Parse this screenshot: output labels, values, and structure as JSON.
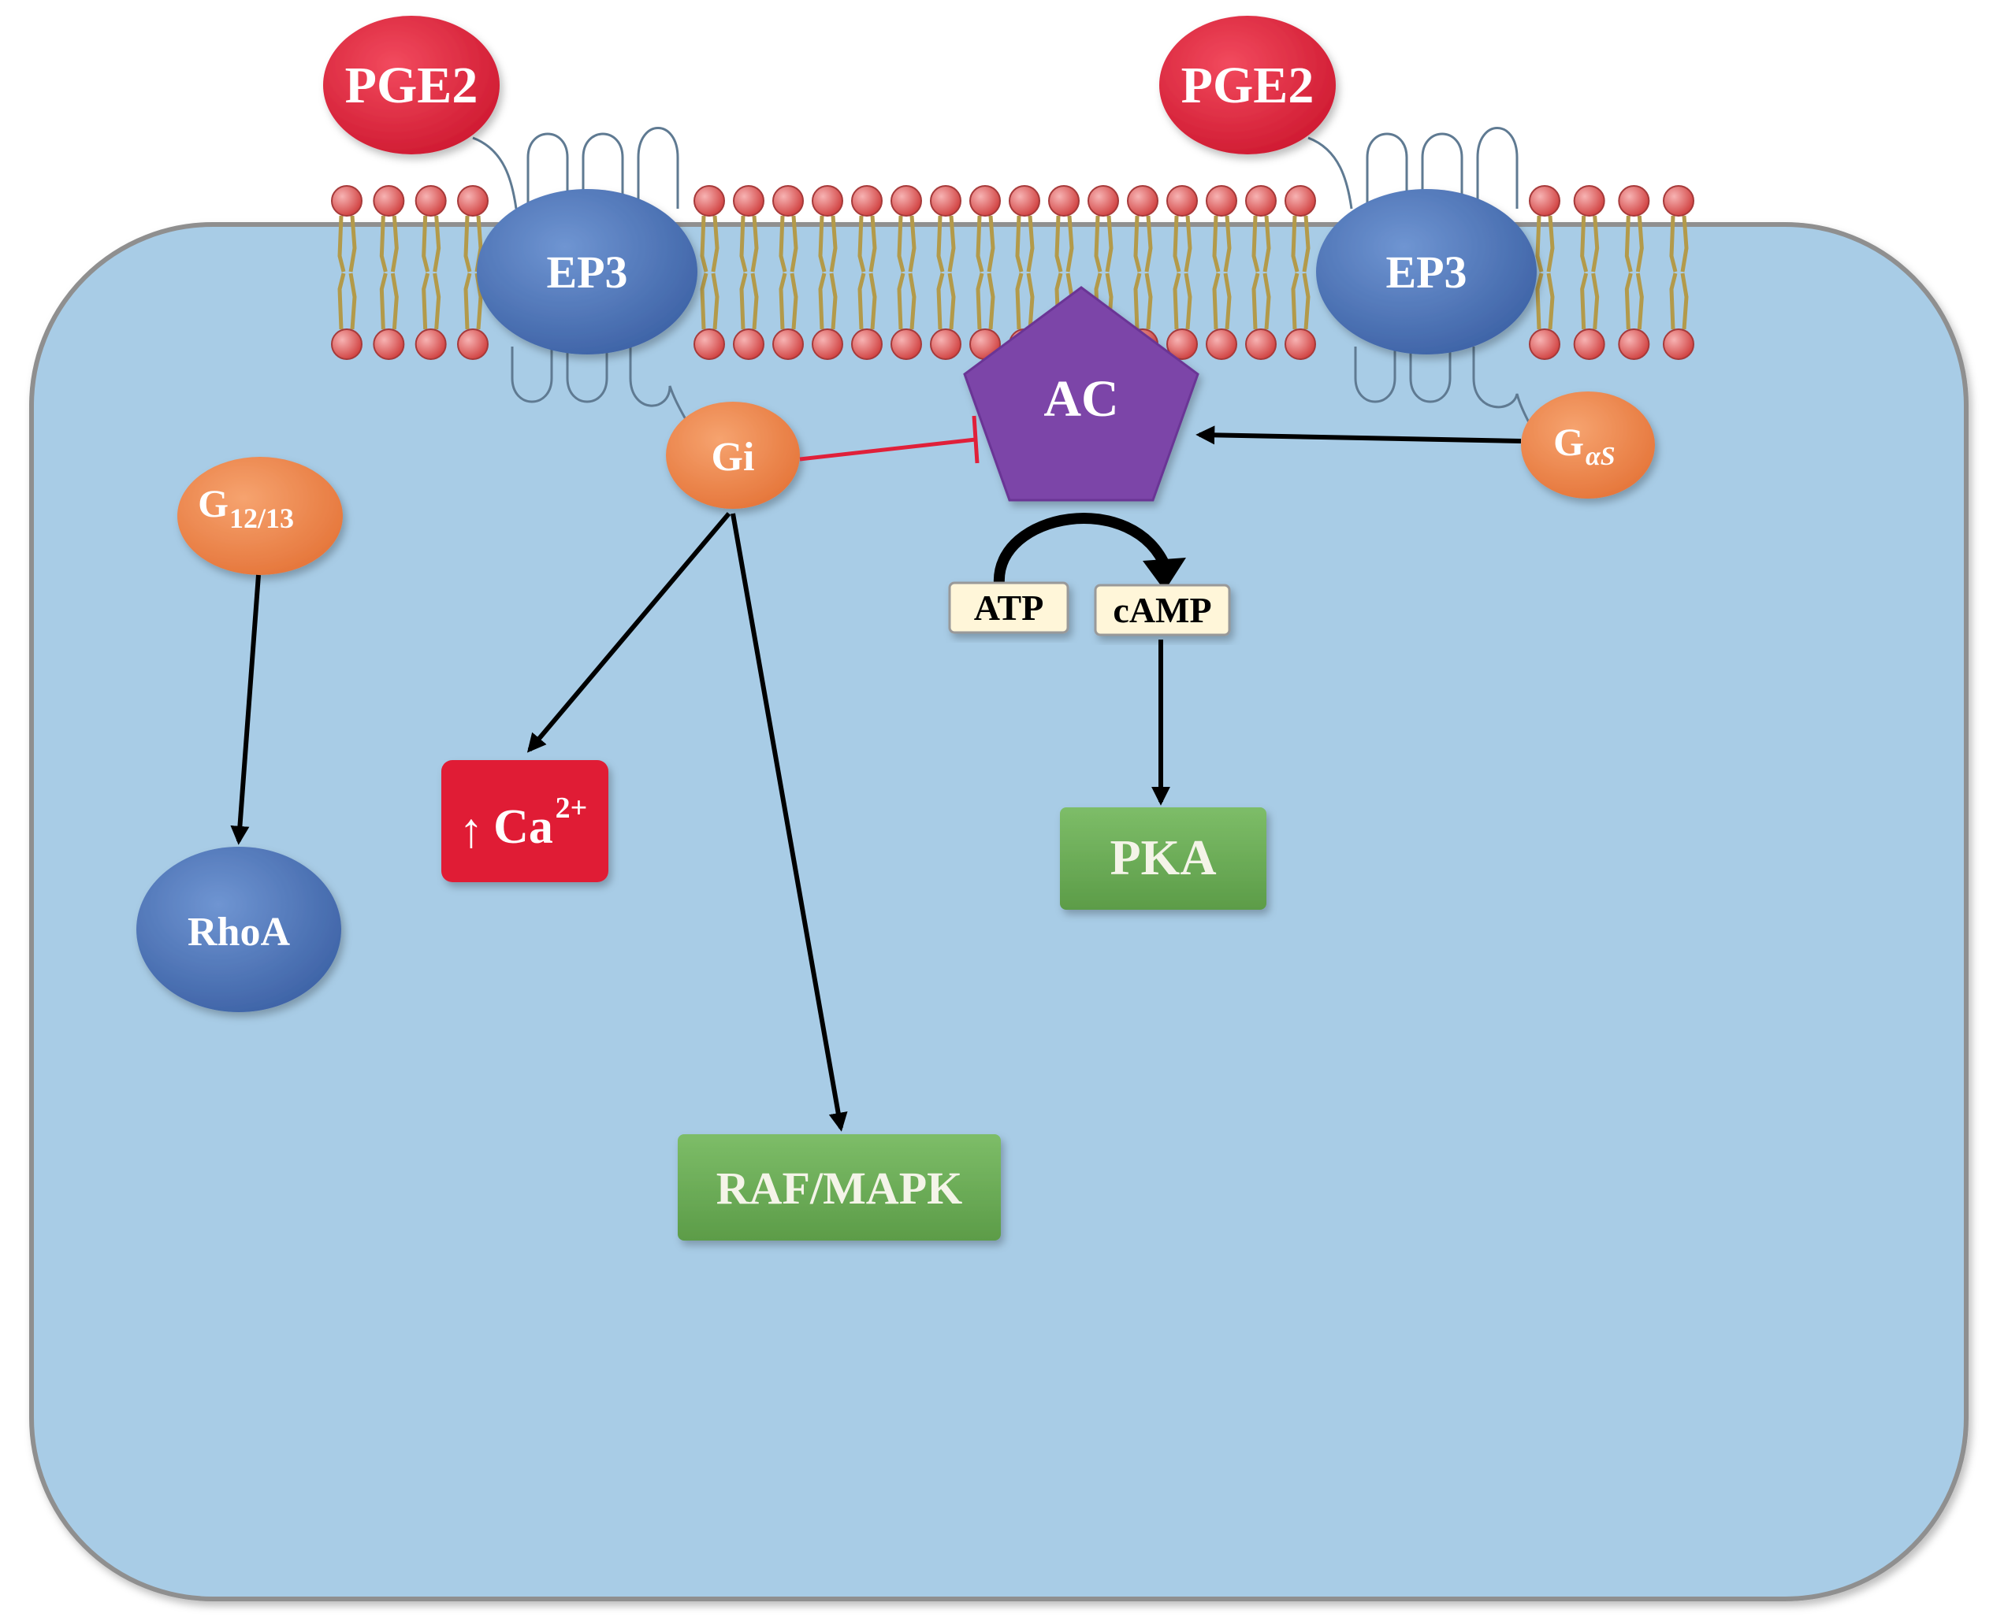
{
  "ligands": [
    {
      "label": "PGE2"
    },
    {
      "label": "PGE2"
    }
  ],
  "receptors": [
    {
      "label": "EP3"
    },
    {
      "label": "EP3"
    }
  ],
  "adenylyl_cyclase": {
    "label": "AC"
  },
  "g_proteins": {
    "gi": {
      "label": "Gi"
    },
    "gas": {
      "main": "G",
      "sub": "αS"
    },
    "g1213": {
      "main": "G",
      "sub": "12/13"
    }
  },
  "nucleotides": {
    "atp": "ATP",
    "camp": "cAMP"
  },
  "effectors": {
    "calcium": {
      "arrow": "↑",
      "main": "Ca",
      "sup": "2+"
    },
    "raf_mapk": "RAF/MAPK",
    "pka": "PKA",
    "rhoa": "RhoA"
  },
  "colors": {
    "cell": "#a8cce6",
    "cell_border": "#8f8f8f",
    "ligand": "#e0203a",
    "receptor": "#4a72b8",
    "g_protein": "#ee844a",
    "ac": "#7b45a8",
    "green_box": "#6aac56",
    "red_box": "#e01f36",
    "nucleotide_box": "#fff6d9",
    "inhibition": "#e0203a",
    "arrow": "#000000",
    "lipid_head": "#e05c5c",
    "lipid_tail": "#b39a4a"
  }
}
